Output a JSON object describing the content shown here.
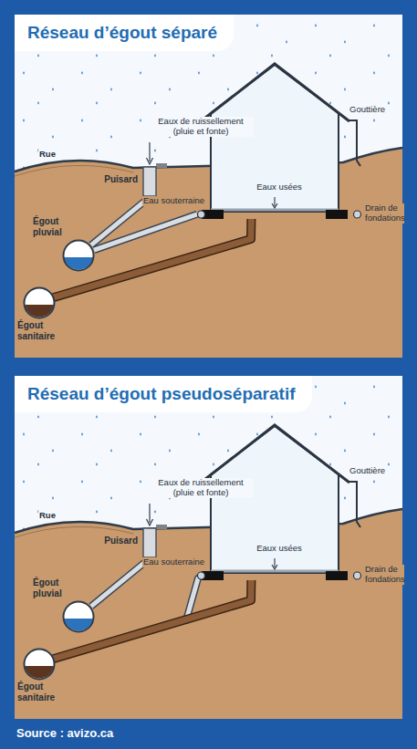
{
  "diagram": {
    "nodes": [
      {
        "text": [
          "Réseau d’égout séparé"
        ]
      },
      {
        "text": [
          "Eaux usées"
        ],
        "in": 0
      },
      {
        "text": [
          "Puisard"
        ],
        "in": 0
      },
      {
        "text": [
          "Égout pluvial"
        ],
        "in": 0
      },
      {
        "text": [
          "Égout sanitaire"
        ],
        "in": 0
      },
      {
        "text": [
          "Réseau d’égout pseudoséparatif"
        ]
      },
      {
        "text": [
          "Eaux usées"
        ],
        "in": 5
      },
      {
        "text": [
          "Puisard"
        ],
        "in": 5
      },
      {
        "text": [
          "Égout pluvial"
        ],
        "in": 5
      },
      {
        "text": [
          "Égout sanitaire"
        ],
        "in": 5
      }
    ],
    "edges": [
      {
        "from": 2,
        "to": 3,
        "arrow": "none"
      },
      {
        "from": 1,
        "to": 4,
        "arrow": "none"
      },
      {
        "from": 1,
        "to": 3,
        "arrow": "none"
      },
      {
        "from": 7,
        "to": 8,
        "arrow": "none"
      },
      {
        "from": 6,
        "to": 9,
        "arrow": "none"
      }
    ],
    "labels": [
      "Gouttière",
      "Rue",
      "Eaux de ruissellement (pluie et fonte)",
      "Eau souterraine",
      "Drain de fondations",
      "Gouttière",
      "Rue",
      "Eaux de ruissellement (pluie et fonte)",
      "Eau souterraine",
      "Drain de fondations",
      "Source : avizo.ca"
    ]
  }
}
